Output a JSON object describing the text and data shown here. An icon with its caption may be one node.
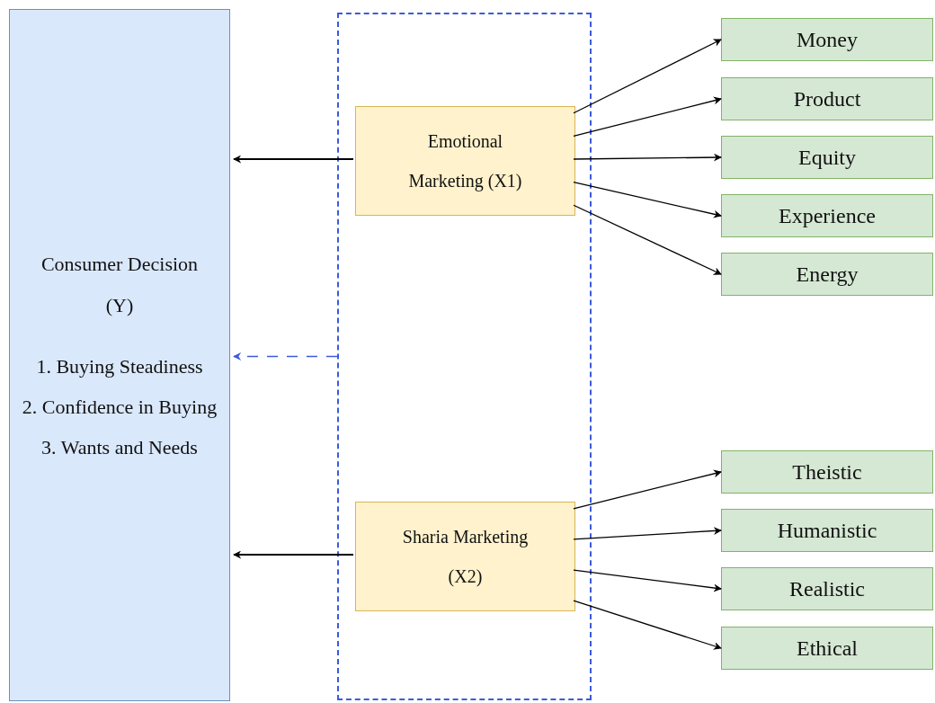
{
  "diagram": {
    "nodes": [
      {
        "text": [
          "Consumer Decision (Y)",
          "1. Buying Steadiness",
          "2. Confidence in Buying",
          "3. Wants and Needs"
        ]
      },
      {
        "text": [],
        "shape": "box"
      },
      {
        "text": [
          "Emotional Marketing (X1)"
        ],
        "in": 1
      },
      {
        "text": [
          "Sharia Marketing (X2)"
        ],
        "in": 1
      },
      {
        "text": [
          "Money"
        ]
      },
      {
        "text": [
          "Product"
        ]
      },
      {
        "text": [
          "Equity"
        ]
      },
      {
        "text": [
          "Experience"
        ]
      },
      {
        "text": [
          "Energy"
        ]
      },
      {
        "text": [
          "Theistic"
        ]
      },
      {
        "text": [
          "Humanistic"
        ]
      },
      {
        "text": [
          "Realistic"
        ]
      },
      {
        "text": [
          "Ethical"
        ]
      }
    ],
    "edges": [
      {
        "from": 2,
        "to": 0,
        "arrow": "to"
      },
      {
        "from": 1,
        "to": 0,
        "arrow": "to",
        "style": "dashed",
        "color": "#3b5bdb"
      },
      {
        "from": 3,
        "to": 0,
        "arrow": "to"
      },
      {
        "from": 2,
        "to": 4,
        "arrow": "to"
      },
      {
        "from": 2,
        "to": 5,
        "arrow": "to"
      },
      {
        "from": 2,
        "to": 6,
        "arrow": "to"
      },
      {
        "from": 2,
        "to": 7,
        "arrow": "to"
      },
      {
        "from": 2,
        "to": 8,
        "arrow": "to"
      },
      {
        "from": 3,
        "to": 9,
        "arrow": "to"
      },
      {
        "from": 3,
        "to": 10,
        "arrow": "to"
      },
      {
        "from": 3,
        "to": 11,
        "arrow": "to"
      },
      {
        "from": 3,
        "to": 12,
        "arrow": "to"
      }
    ]
  }
}
